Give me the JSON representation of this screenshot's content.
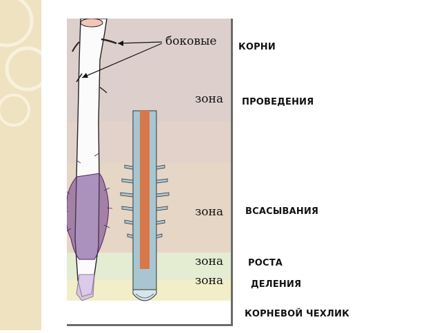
{
  "diagram": {
    "captions": {
      "lateral": "боковые",
      "zone_conduction": "зона",
      "zone_absorption": "зона",
      "zone_growth": "зона",
      "zone_division": "зона"
    },
    "labels": {
      "roots": "КОРНИ",
      "conduction": "ПРОВЕДЕНИЯ",
      "absorption": "ВСАСЫВАНИЯ",
      "growth": "РОСТА",
      "division": "ДЕЛЕНИЯ",
      "root_cap": "КОРНЕВОЙ  ЧЕХЛИК"
    },
    "colors": {
      "zone_conduction": "#ddd0cc",
      "zone_absorption": "#e6d6c6",
      "zone_growth": "#e4ecd2",
      "zone_division": "#f2eec8",
      "root_hairs": "#6a3d8a",
      "vascular_core": "#d8784a",
      "cross_section": "#a8c6d2"
    }
  }
}
